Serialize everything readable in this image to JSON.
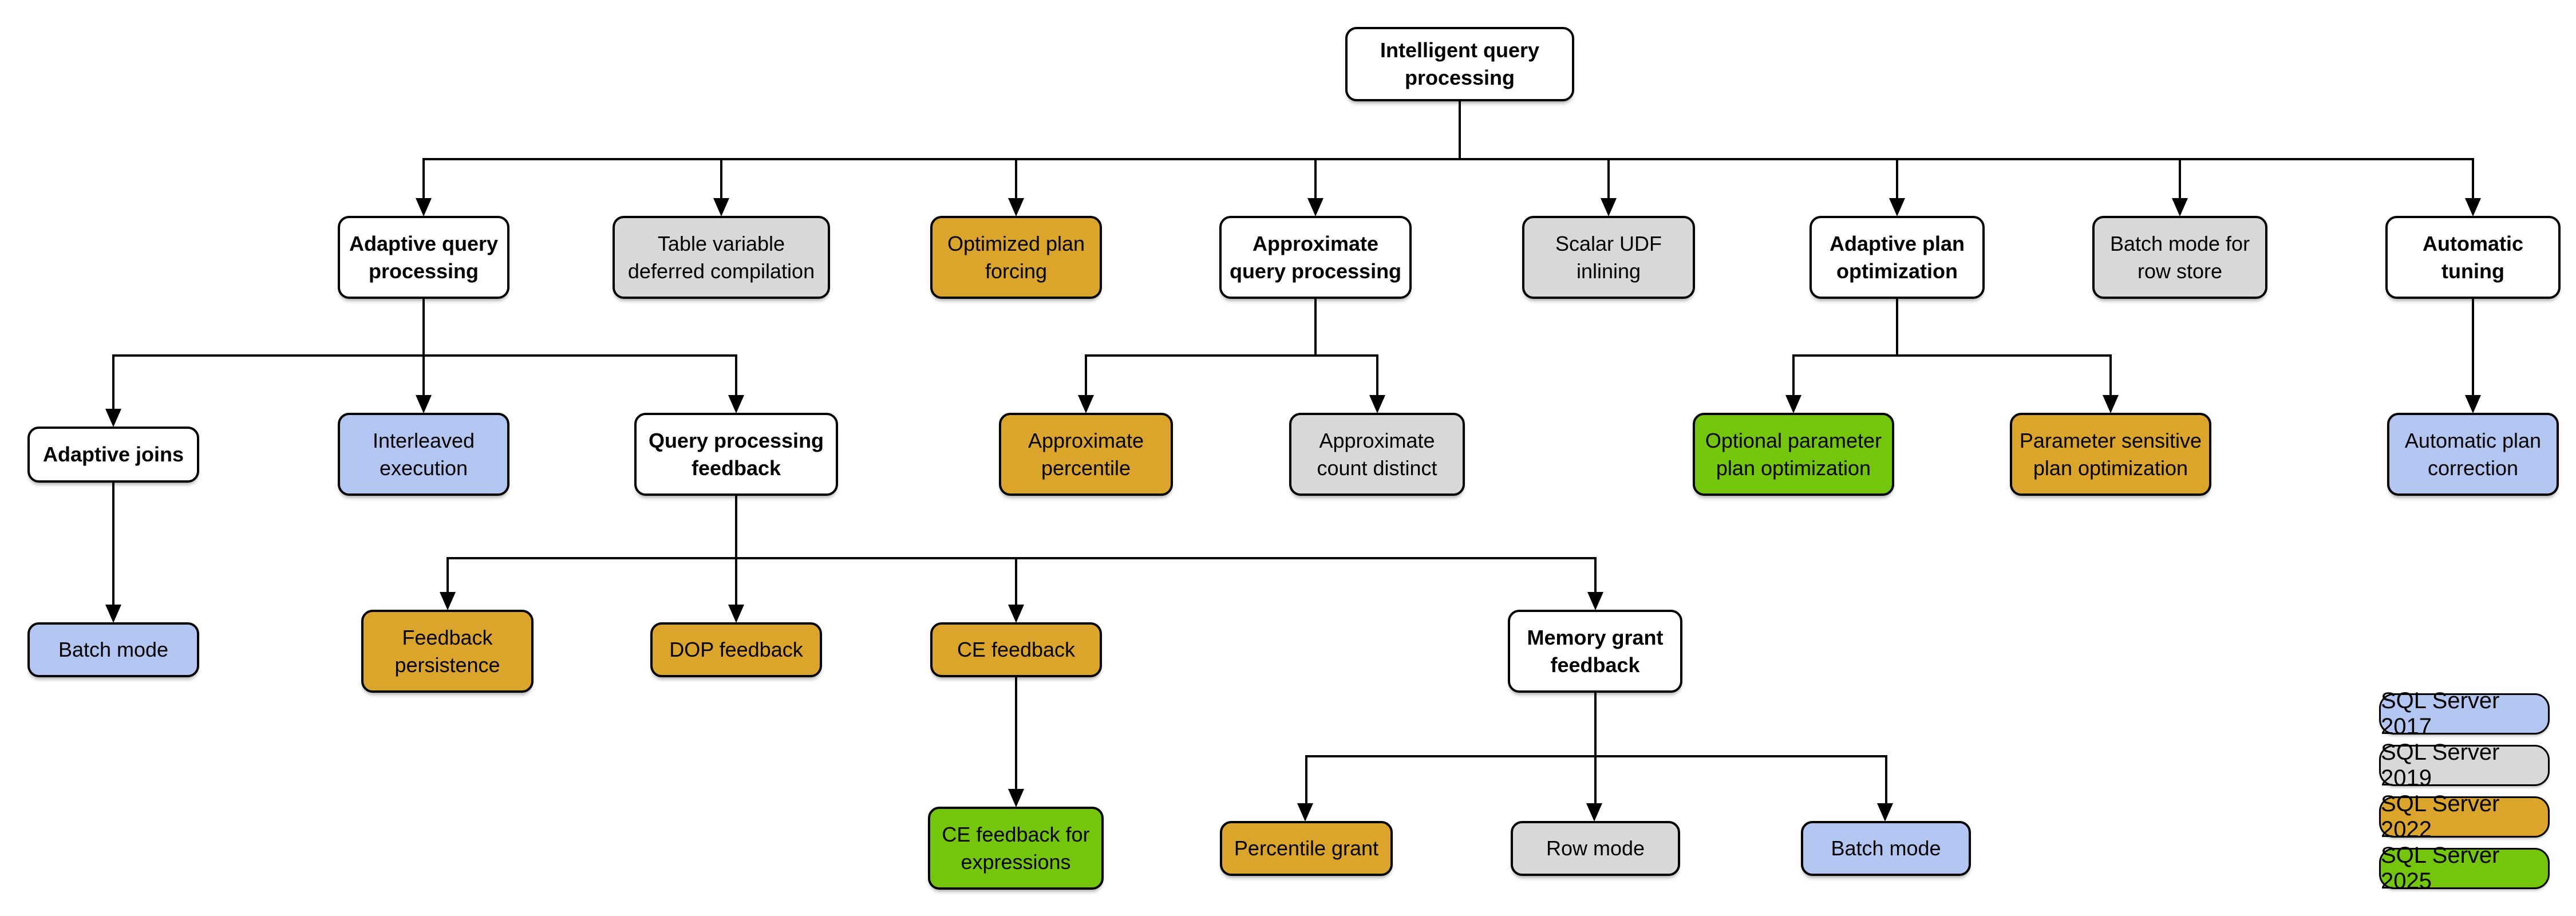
{
  "colors": {
    "v2017": "#b3c6f1",
    "v2019": "#d8d8d8",
    "v2022": "#dba42a",
    "v2025": "#74c60d",
    "plain": "#ffffff",
    "line": "#000000"
  },
  "nodes": {
    "root": {
      "label": "Intelligent query\nprocessing",
      "version": null
    },
    "adaptive_query_processing": {
      "label": "Adaptive query\nprocessing",
      "version": null
    },
    "table_variable_deferred_compilation": {
      "label": "Table variable\ndeferred compilation",
      "version": "SQL Server 2019"
    },
    "optimized_plan_forcing": {
      "label": "Optimized plan\nforcing",
      "version": "SQL Server 2022"
    },
    "approximate_query_processing": {
      "label": "Approximate\nquery processing",
      "version": null
    },
    "scalar_udf_inlining": {
      "label": "Scalar UDF\ninlining",
      "version": "SQL Server 2019"
    },
    "adaptive_plan_optimization": {
      "label": "Adaptive plan\noptimization",
      "version": null
    },
    "batch_mode_for_row_store": {
      "label": "Batch mode for\nrow store",
      "version": "SQL Server 2019"
    },
    "automatic_tuning": {
      "label": "Automatic\ntuning",
      "version": null
    },
    "adaptive_joins": {
      "label": "Adaptive joins",
      "version": null
    },
    "interleaved_execution": {
      "label": "Interleaved\nexecution",
      "version": "SQL Server 2017"
    },
    "query_processing_feedback": {
      "label": "Query processing\nfeedback",
      "version": null
    },
    "approximate_percentile": {
      "label": "Approximate\npercentile",
      "version": "SQL Server 2022"
    },
    "approximate_count_distinct": {
      "label": "Approximate\ncount distinct",
      "version": "SQL Server 2019"
    },
    "optional_parameter_plan_optimization": {
      "label": "Optional parameter\nplan optimization",
      "version": "SQL Server 2025"
    },
    "parameter_sensitive_plan_optimization": {
      "label": "Parameter sensitive\nplan optimization",
      "version": "SQL Server 2022"
    },
    "automatic_plan_correction": {
      "label": "Automatic plan\ncorrection",
      "version": "SQL Server 2017"
    },
    "batch_mode_adaptive_joins": {
      "label": "Batch mode",
      "version": "SQL Server 2017"
    },
    "feedback_persistence": {
      "label": "Feedback\npersistence",
      "version": "SQL Server 2022"
    },
    "dop_feedback": {
      "label": "DOP feedback",
      "version": "SQL Server 2022"
    },
    "ce_feedback": {
      "label": "CE feedback",
      "version": "SQL Server 2022"
    },
    "memory_grant_feedback": {
      "label": "Memory grant\nfeedback",
      "version": null
    },
    "ce_feedback_for_expressions": {
      "label": "CE feedback for\nexpressions",
      "version": "SQL Server 2025"
    },
    "percentile_grant": {
      "label": "Percentile grant",
      "version": "SQL Server 2022"
    },
    "row_mode": {
      "label": "Row mode",
      "version": "SQL Server 2019"
    },
    "batch_mode_memory_grant": {
      "label": "Batch mode",
      "version": "SQL Server 2017"
    }
  },
  "legend": [
    {
      "label": "SQL Server 2017",
      "color": "#b3c6f1"
    },
    {
      "label": "SQL Server 2019",
      "color": "#d8d8d8"
    },
    {
      "label": "SQL Server 2022",
      "color": "#dba42a"
    },
    {
      "label": "SQL Server 2025",
      "color": "#74c60d"
    }
  ]
}
